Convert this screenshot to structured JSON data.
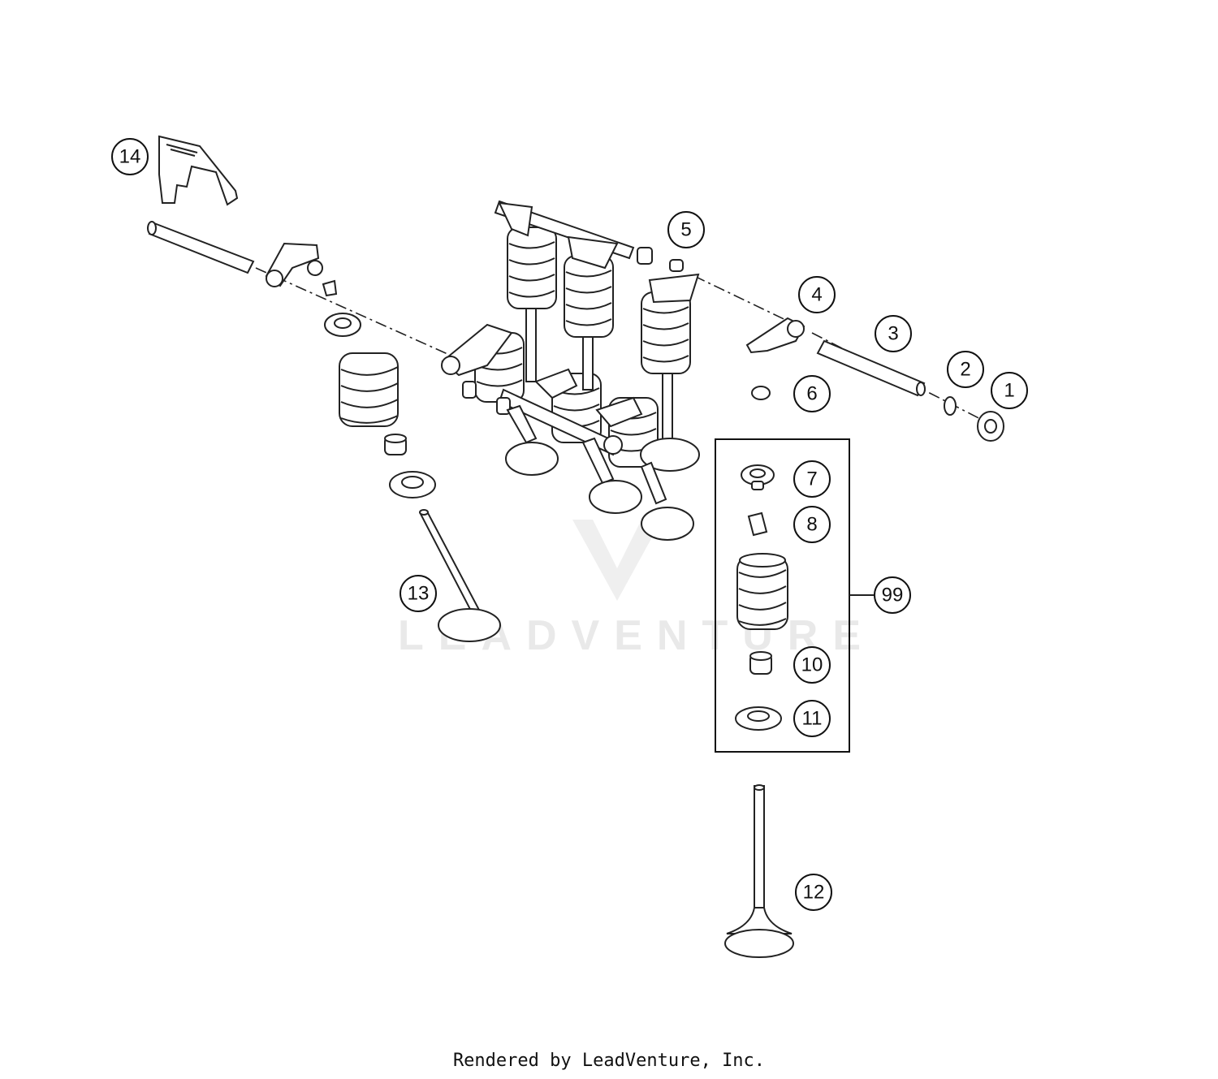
{
  "callouts": [
    {
      "label": "14"
    },
    {
      "label": "5"
    },
    {
      "label": "4"
    },
    {
      "label": "3"
    },
    {
      "label": "2"
    },
    {
      "label": "1"
    },
    {
      "label": "6"
    },
    {
      "label": "7"
    },
    {
      "label": "8"
    },
    {
      "label": "99"
    },
    {
      "label": "10"
    },
    {
      "label": "11"
    },
    {
      "label": "13"
    },
    {
      "label": "12"
    }
  ],
  "watermark": "LEADVENTURE",
  "footer": "Rendered by LeadVenture, Inc."
}
